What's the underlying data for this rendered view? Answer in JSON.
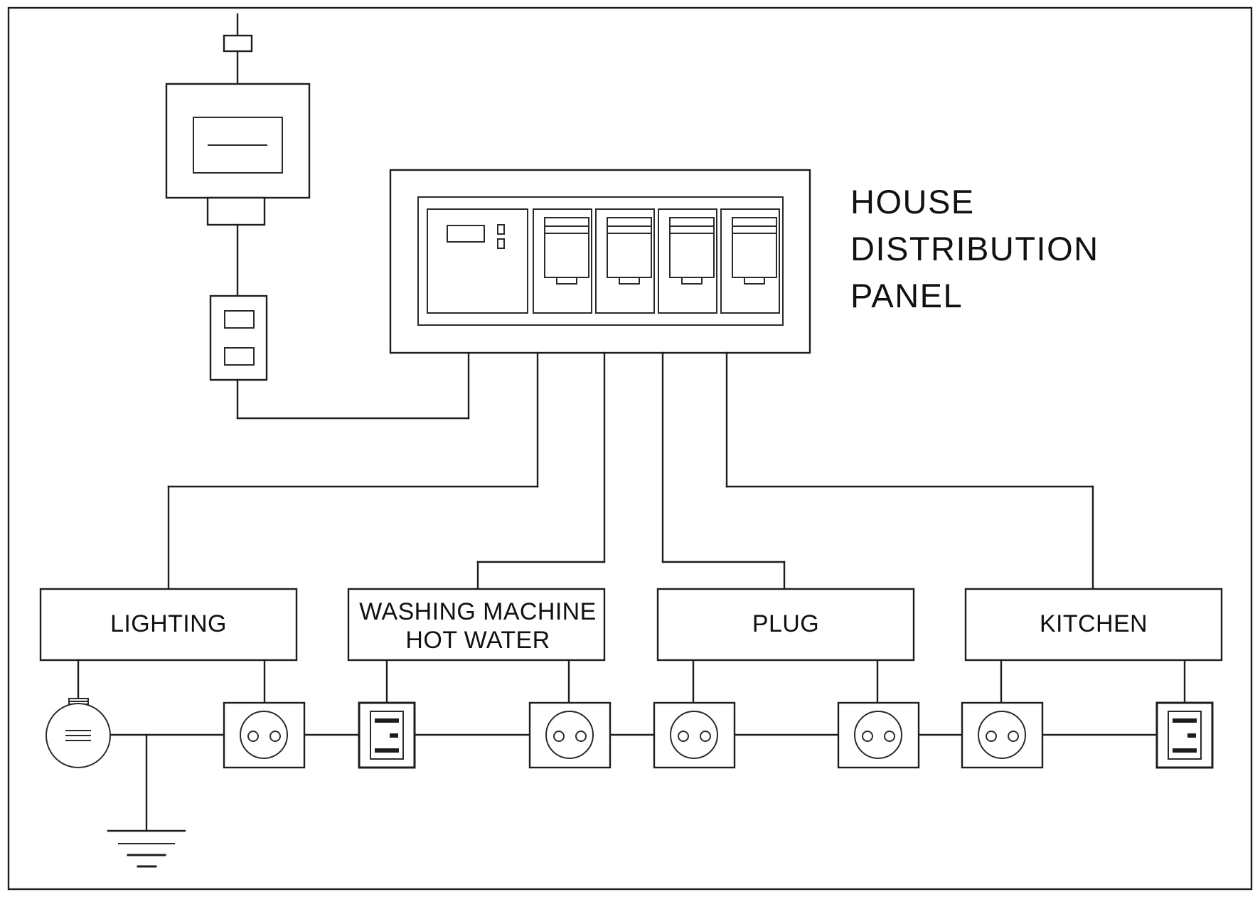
{
  "diagram": {
    "title_lines": [
      "HOUSE",
      "DISTRIBUTION",
      "PANEL"
    ],
    "title_full": "HOUSE DISTRIBUTION PANEL",
    "border_color": "#1d1d1d",
    "line_color": "#1d1d1d",
    "background_color": "#ffffff"
  },
  "supply": {
    "service_head_label": "service-head",
    "meter_label": "electricity-meter",
    "main_isolator_label": "main-isolator"
  },
  "panel": {
    "main_breaker_label": "main-breaker",
    "breakers": [
      {
        "id": "breaker-1",
        "circuit": "LIGHTING"
      },
      {
        "id": "breaker-2",
        "circuit": "WASHING MACHINE HOT WATER"
      },
      {
        "id": "breaker-3",
        "circuit": "PLUG"
      },
      {
        "id": "breaker-4",
        "circuit": "KITCHEN"
      }
    ]
  },
  "circuits": [
    {
      "id": "circuit-lighting",
      "label_line1": "LIGHTING",
      "label_line2": ""
    },
    {
      "id": "circuit-washing-machine",
      "label_line1": "WASHING MACHINE",
      "label_line2": "HOT WATER"
    },
    {
      "id": "circuit-plug",
      "label_line1": "PLUG",
      "label_line2": ""
    },
    {
      "id": "circuit-kitchen",
      "label_line1": "KITCHEN",
      "label_line2": ""
    }
  ],
  "devices": [
    {
      "id": "device-lamp",
      "type": "lamp",
      "name": "ceiling-lamp"
    },
    {
      "id": "device-earth",
      "type": "earth",
      "name": "earth-ground"
    },
    {
      "id": "device-socket-1",
      "type": "socket",
      "name": "socket-outlet"
    },
    {
      "id": "device-switch-1",
      "type": "switch",
      "name": "wall-switch"
    },
    {
      "id": "device-socket-2",
      "type": "socket",
      "name": "socket-outlet"
    },
    {
      "id": "device-socket-3",
      "type": "socket",
      "name": "socket-outlet"
    },
    {
      "id": "device-socket-4",
      "type": "socket",
      "name": "socket-outlet"
    },
    {
      "id": "device-socket-5",
      "type": "socket",
      "name": "socket-outlet"
    },
    {
      "id": "device-switch-2",
      "type": "switch",
      "name": "wall-switch"
    }
  ]
}
